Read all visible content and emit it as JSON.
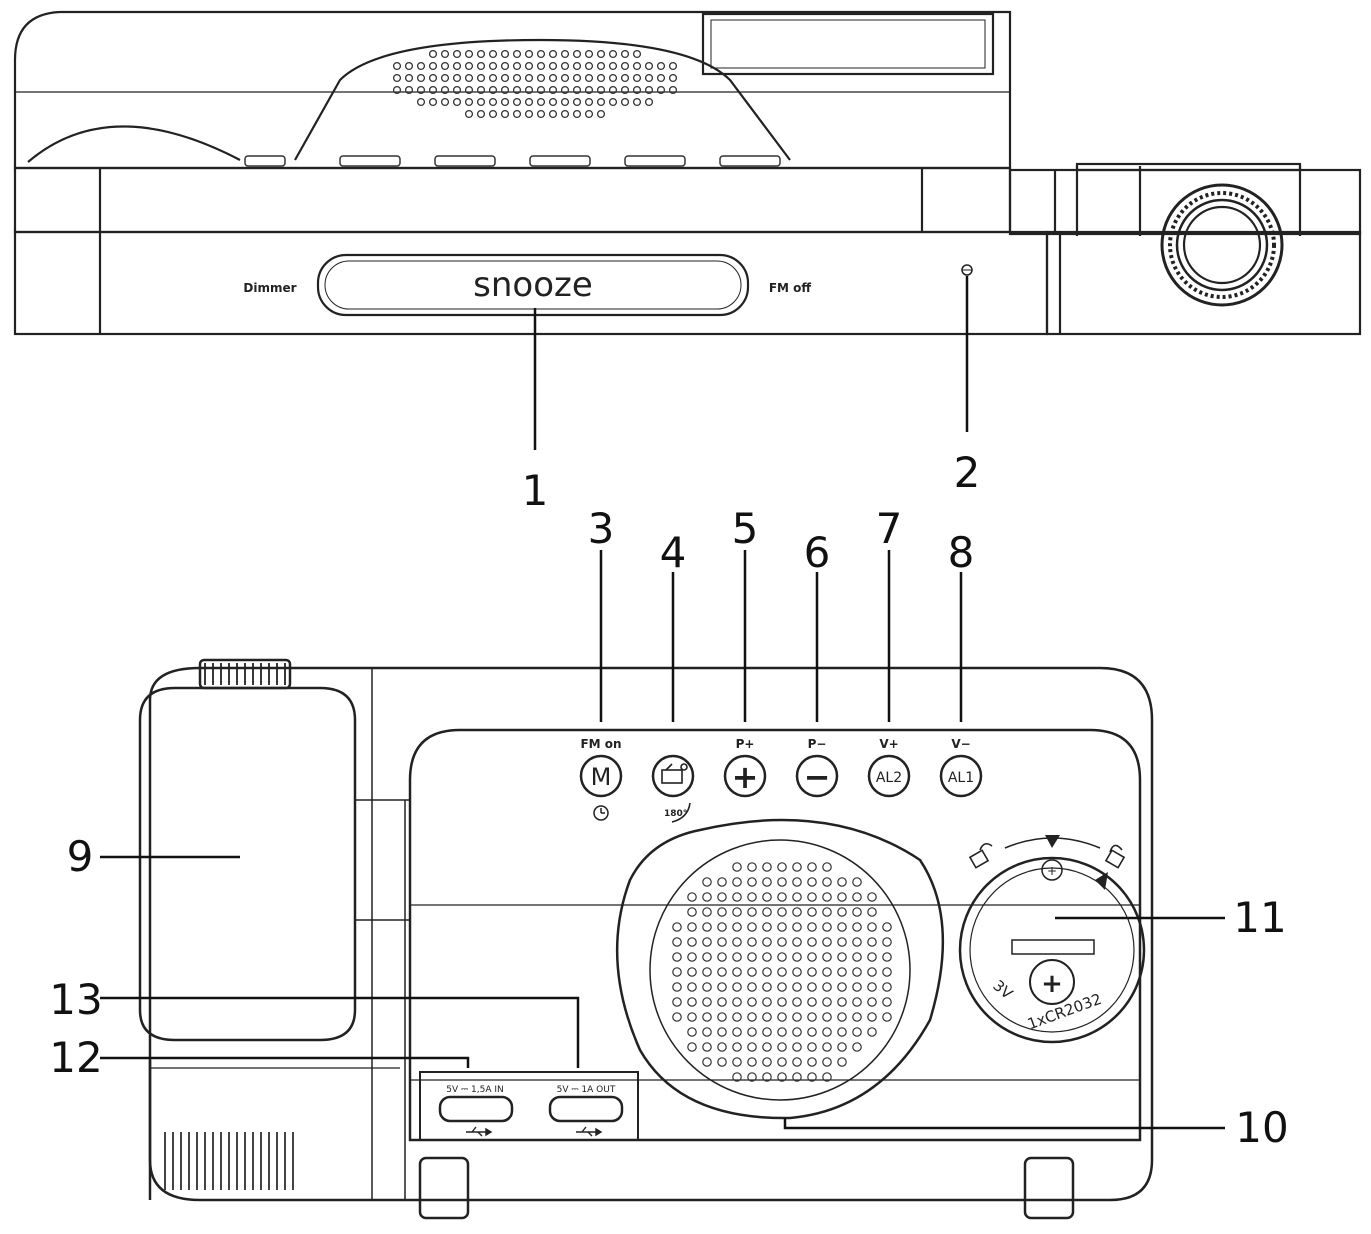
{
  "top_view": {
    "dimmer": "Dimmer",
    "snooze": "snooze",
    "fm_off": "FM off"
  },
  "callouts": [
    "1",
    "2",
    "3",
    "4",
    "5",
    "6",
    "7",
    "8",
    "9",
    "10",
    "11",
    "12",
    "13"
  ],
  "buttons": [
    {
      "top": "FM on",
      "symbol": "M",
      "icon": "clock-icon"
    },
    {
      "top": "",
      "symbol": "",
      "icon": "projector-icon",
      "bottom": "180°"
    },
    {
      "top": "P+",
      "symbol": "+"
    },
    {
      "top": "P−",
      "symbol": "−"
    },
    {
      "top": "V+",
      "symbol": "AL2"
    },
    {
      "top": "V−",
      "symbol": "AL1"
    }
  ],
  "battery": {
    "type": "1xCR2032",
    "voltage": "3V",
    "plus": "+"
  },
  "usb": {
    "in_label": "5V ⎓ 1,5A IN",
    "out_label": "5V ⎓ 1A OUT"
  }
}
